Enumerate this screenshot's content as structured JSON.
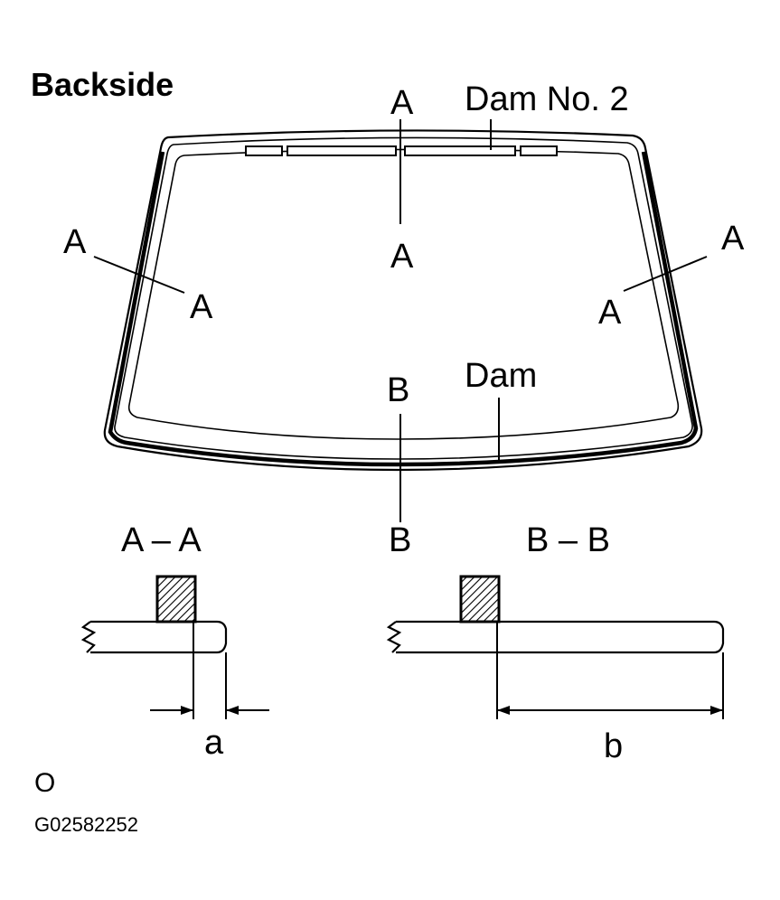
{
  "title": "Backside",
  "labels": {
    "dam_no2": "Dam No. 2",
    "dam": "Dam",
    "section_a_top": "A",
    "section_a_mid": "A",
    "section_a_left_outer": "A",
    "section_a_left_inner": "A",
    "section_a_right_outer": "A",
    "section_a_right_inner": "A",
    "section_b_top": "B",
    "section_b_bottom": "B"
  },
  "sections": {
    "aa_title": "A – A",
    "bb_title": "B – B",
    "dim_a": "a",
    "dim_b": "b"
  },
  "footer": {
    "mark": "O",
    "code": "G02582252"
  }
}
